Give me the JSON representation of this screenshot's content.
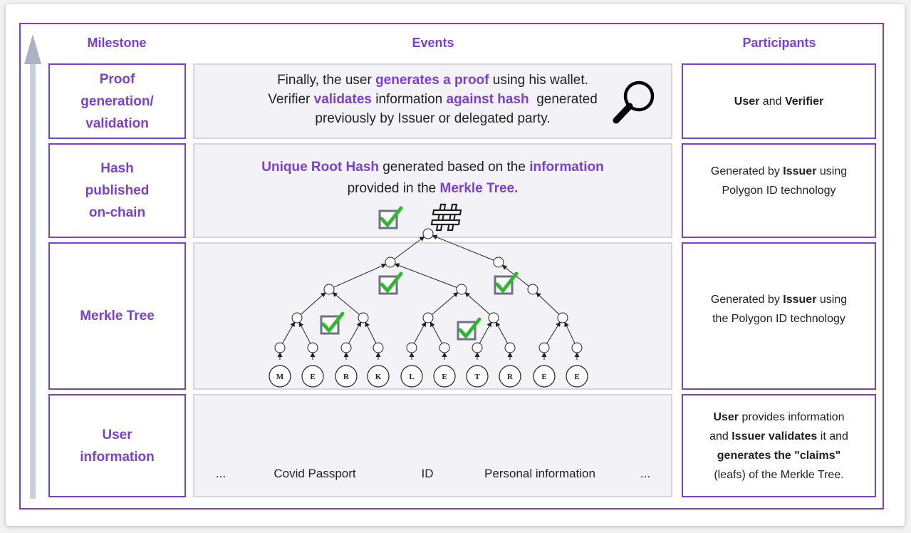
{
  "headers": {
    "milestone": "Milestone",
    "events": "Events",
    "participants": "Participants"
  },
  "rows": [
    {
      "milestone": [
        "Proof",
        "generation/",
        "validation"
      ],
      "event_line1": [
        "Finally, the user ",
        "generates a proof",
        " using his wallet."
      ],
      "event_line2": [
        "Verifier ",
        "validates",
        " information ",
        "against hash",
        "  generated"
      ],
      "event_line3": "previously by Issuer or delegated party.",
      "participants": [
        "User",
        " and ",
        "Verifier"
      ]
    },
    {
      "milestone": [
        "Hash",
        "published",
        "on-chain"
      ],
      "event_line1": [
        "Unique Root Hash",
        " generated based on the ",
        "information"
      ],
      "event_line2": [
        "provided in the ",
        "Merkle Tree."
      ],
      "participants_line1": [
        "Generated by ",
        "Issuer",
        " using"
      ],
      "participants_line2": "Polygon ID technology"
    },
    {
      "milestone": [
        "Merkle Tree"
      ],
      "tree_leaves": [
        "M",
        "E",
        "R",
        "K",
        "L",
        "E",
        "T",
        "R",
        "E",
        "E"
      ],
      "participants_line1": [
        "Generated by ",
        "Issuer",
        " using"
      ],
      "participants_line2": "the Polygon ID technology"
    },
    {
      "milestone": [
        "User",
        "information"
      ],
      "items": [
        "...",
        "Covid Passport",
        "ID",
        "Personal information",
        "..."
      ],
      "participants_line1": [
        "User",
        " provides information"
      ],
      "participants_line2": [
        "and ",
        "Issuer validates",
        " it and"
      ],
      "participants_line3": [
        "generates the \"claims\""
      ],
      "participants_line4": "(leafs) of the Merkle Tree."
    }
  ],
  "colors": {
    "accent": "#7a3fd6",
    "check_green": "#2eb82e",
    "arrow_gray": "#8a94a6"
  },
  "icons": {
    "search": "magnifier-icon",
    "hash": "hash-icon",
    "check": "checkbox-checked-icon"
  }
}
